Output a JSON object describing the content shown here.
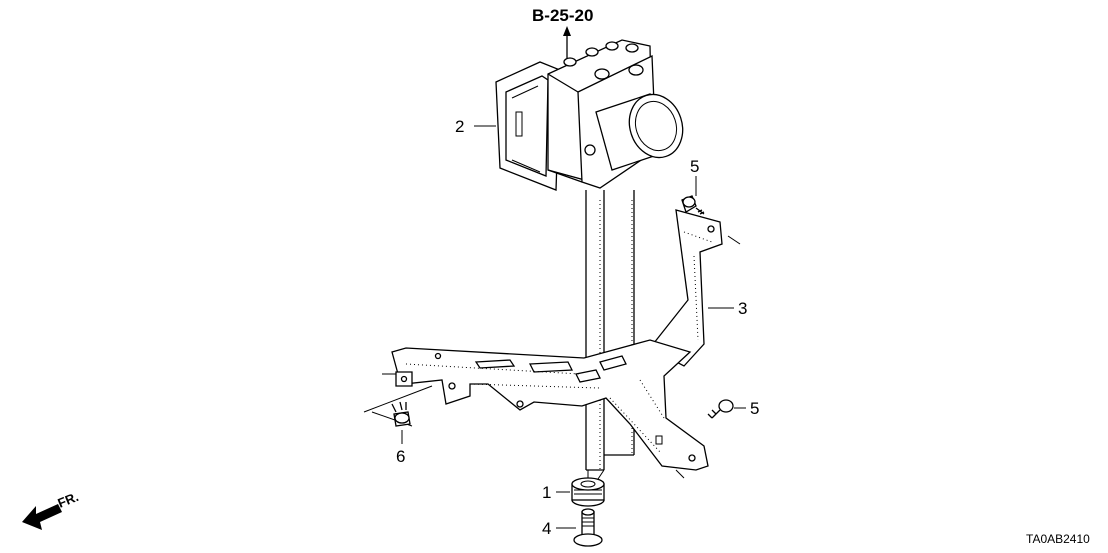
{
  "reference": "B-25-20",
  "callouts": {
    "part1": "1",
    "part2": "2",
    "part3": "3",
    "part4": "4",
    "part5_top": "5",
    "part5_right": "5",
    "part6": "6"
  },
  "front_indicator": "FR.",
  "diagram_code": "TA0AB2410"
}
